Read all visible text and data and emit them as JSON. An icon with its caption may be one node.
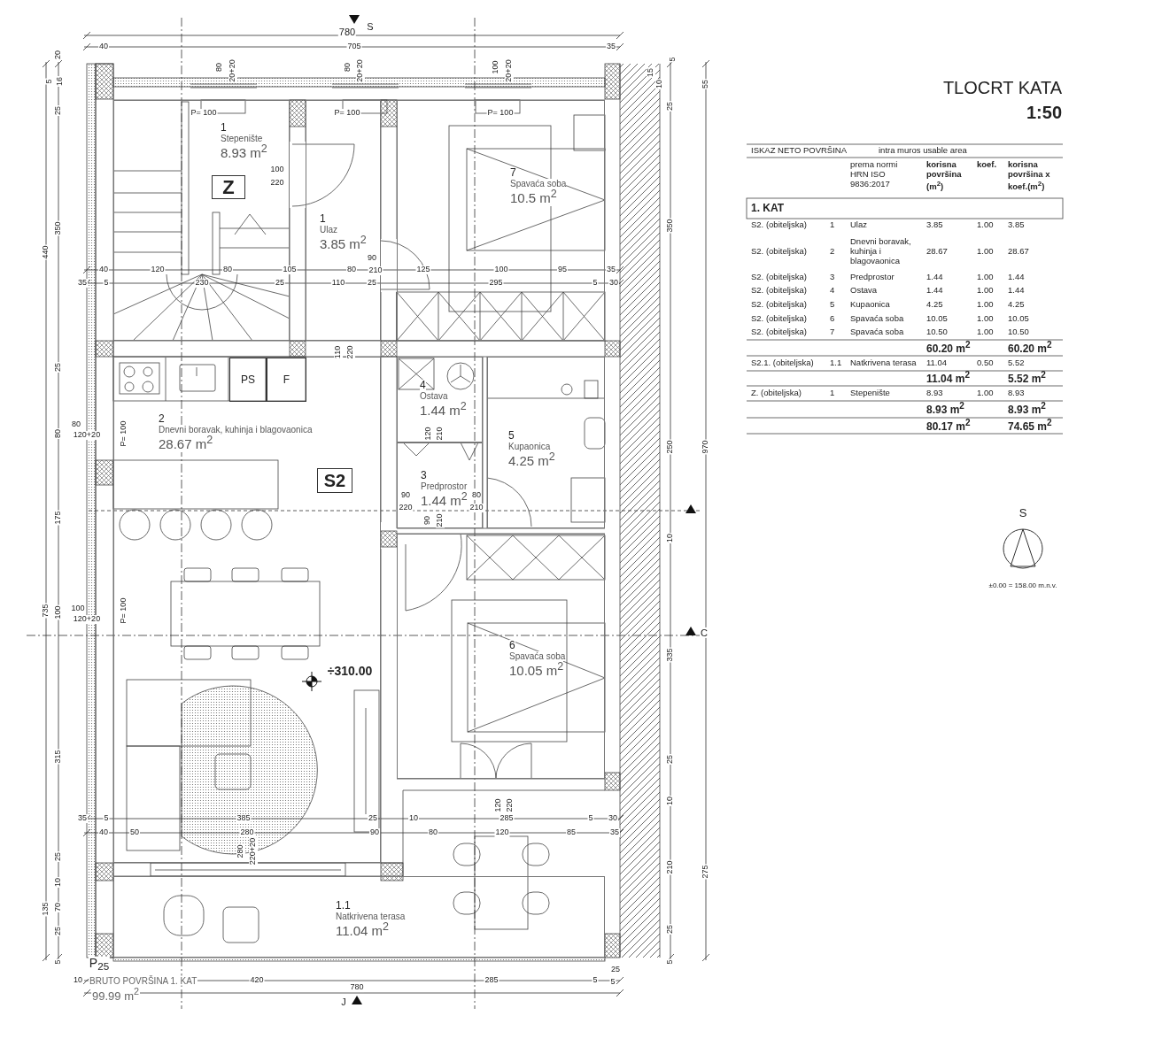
{
  "diagram": {
    "title": "TLOCRT KATA",
    "nodes": [
      {
        "text": [
          "1",
          "Stepenište",
          "8.93 m$^{2}$"
        ]
      },
      {
        "text": [
          "Z"
        ],
        "in": 0
      },
      {
        "text": [
          "1",
          "Ulaz",
          "3.85 m$^{2}$"
        ]
      },
      {
        "text": [
          "7",
          "Spavaća soba",
          "10.5 m$^{2}$"
        ]
      },
      {
        "text": [
          "2",
          "Dnevni boravak, kuhinja i blagovaonica",
          "28.67 m$^{2}$"
        ]
      },
      {
        "text": [
          "PS"
        ],
        "in": 4
      },
      {
        "text": [
          "F"
        ],
        "in": 4
      },
      {
        "text": [
          "S2"
        ],
        "in": 4
      },
      {
        "text": [
          "4",
          "Ostava",
          "1.44 m$^{2}$"
        ]
      },
      {
        "text": [
          "5",
          "Kupaonica",
          "4.25 m$^{2}$"
        ]
      },
      {
        "text": [
          "3",
          "Predprostor",
          "1.44 m$^{2}$"
        ]
      },
      {
        "text": [
          "6",
          "Spavaća soba",
          "10.05 m$^{2}$"
        ]
      },
      {
        "text": [
          "1.1",
          "Natkrivena terasa",
          "11.04 m$^{2}$"
        ]
      }
    ],
    "labels": [
      "1:50",
      "ISKAZ NETO POVRŠINA",
      "intra muros usable area",
      "prema normi HRN ISO 9836:2017",
      "korisna površina (m$^{2}$)",
      "koef.",
      "korisna površina x koef.(m$^{2}$)",
      "1. KAT",
      "S2. (obiteljska)",
      "1",
      "Ulaz",
      "3.85",
      "1.00",
      "3.85",
      "S2. (obiteljska)",
      "2",
      "Dnevni boravak, kuhinja i blagovaonica",
      "28.67",
      "1.00",
      "28.67",
      "S2. (obiteljska)",
      "3",
      "Predprostor",
      "1.44",
      "1.00",
      "1.44",
      "S2. (obiteljska)",
      "4",
      "Ostava",
      "1.44",
      "1.00",
      "1.44",
      "S2. (obiteljska)",
      "5",
      "Kupaonica",
      "4.25",
      "1.00",
      "4.25",
      "S2. (obiteljska)",
      "6",
      "Spavaća soba",
      "10.05",
      "1.00",
      "10.05",
      "S2. (obiteljska)",
      "7",
      "Spavaća soba",
      "10.50",
      "1.00",
      "10.50",
      "60.20 m$^{2}$",
      "60.20 m$^{2}$",
      "S2.1. (obiteljska)",
      "1.1",
      "Natkrivena terasa",
      "11.04",
      "0.50",
      "5.52",
      "11.04 m$^{2}$",
      "5.52 m$^{2}$",
      "Z. (obiteljska)",
      "1",
      "Stepenište",
      "8.93",
      "1.00",
      "8.93",
      "8.93 m$^{2}$",
      "8.93 m$^{2}$",
      "80.17 m$^{2}$",
      "74.65 m$^{2}$",
      "780",
      "S",
      "40",
      "705",
      "35",
      "80",
      "20+20",
      "80",
      "20+20",
      "100",
      "20+20",
      "P= 100",
      "P= 100",
      "P= 100",
      "100",
      "220",
      "40",
      "120",
      "80",
      "105",
      "80",
      "90",
      "210",
      "125",
      "100",
      "95",
      "35",
      "35",
      "5",
      "230",
      "25",
      "110",
      "25",
      "295",
      "5",
      "30",
      "20",
      "5",
      "16",
      "25",
      "350",
      "440",
      "25",
      "80",
      "175",
      "735",
      "100",
      "315",
      "25",
      "10",
      "135",
      "70",
      "25",
      "5",
      "5",
      "15",
      "10",
      "55",
      "25",
      "350",
      "250",
      "10",
      "335",
      "25",
      "10",
      "210",
      "25",
      "5",
      "970",
      "275",
      "C",
      "110",
      "220",
      "80",
      "120+20",
      "P= 100",
      "120",
      "210",
      "90",
      "220",
      "80",
      "210",
      "90",
      "210",
      "100",
      "120+20",
      "P= 100",
      "÷310.00",
      "35",
      "5",
      "385",
      "25",
      "10",
      "285",
      "5",
      "30",
      "40",
      "50",
      "280",
      "90",
      "80",
      "120",
      "85",
      "35",
      "280",
      "220+20",
      "120",
      "220",
      "P$_{25}$",
      "10",
      "BRUTO POVRŠINA 1. KAT",
      "99.99 m$^{2}$",
      "420",
      "285",
      "25",
      "5",
      "5",
      "780",
      "J",
      "S",
      "±0.00 = 158.00 m.n.v."
    ]
  }
}
